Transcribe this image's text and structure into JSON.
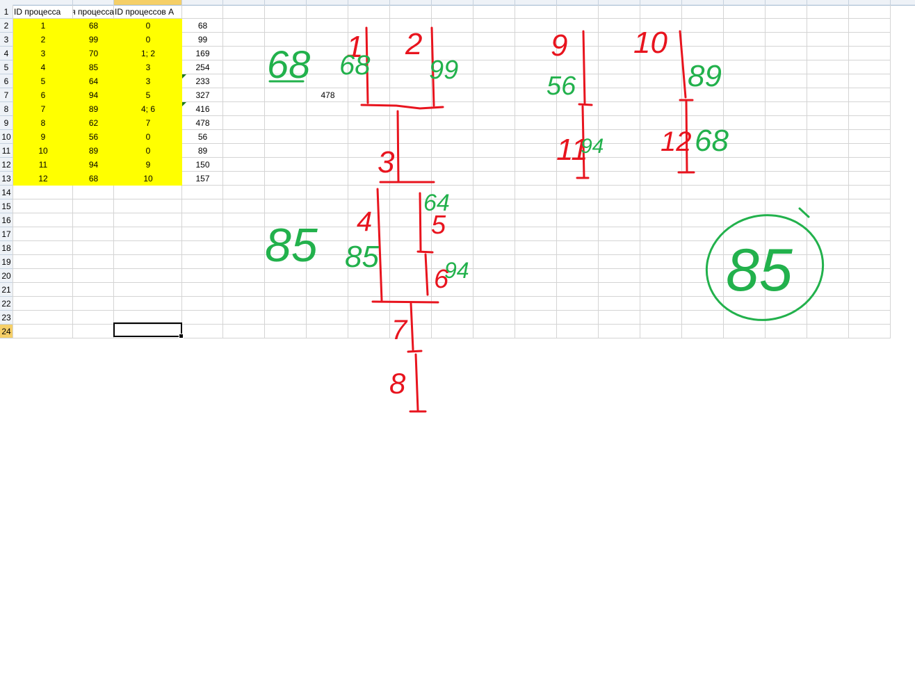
{
  "headers": {
    "col_a": "ID процесса",
    "col_b": "Время выполнения процесса",
    "col_c": "ID процессов A"
  },
  "row_numbers": [
    "1",
    "2",
    "3",
    "4",
    "5",
    "6",
    "7",
    "8",
    "9",
    "10",
    "11",
    "12",
    "13",
    "14",
    "15",
    "16",
    "17",
    "18",
    "19",
    "20",
    "21",
    "22",
    "23",
    "24"
  ],
  "rows": [
    {
      "id": "1",
      "dur": "68",
      "pred": "0",
      "total": "68"
    },
    {
      "id": "2",
      "dur": "99",
      "pred": "0",
      "total": "99"
    },
    {
      "id": "3",
      "dur": "70",
      "pred": "1; 2",
      "total": "169"
    },
    {
      "id": "4",
      "dur": "85",
      "pred": "3",
      "total": "254"
    },
    {
      "id": "5",
      "dur": "64",
      "pred": "3",
      "total": "233"
    },
    {
      "id": "6",
      "dur": "94",
      "pred": "5",
      "total": "327"
    },
    {
      "id": "7",
      "dur": "89",
      "pred": "4; 6",
      "total": "416"
    },
    {
      "id": "8",
      "dur": "62",
      "pred": "7",
      "total": "478"
    },
    {
      "id": "9",
      "dur": "56",
      "pred": "0",
      "total": "56"
    },
    {
      "id": "10",
      "dur": "89",
      "pred": "0",
      "total": "89"
    },
    {
      "id": "11",
      "dur": "94",
      "pred": "9",
      "total": "150"
    },
    {
      "id": "12",
      "dur": "68",
      "pred": "10",
      "total": "157"
    }
  ],
  "extra_cell": "478",
  "colors": {
    "highlight": "#ffff00",
    "red_ink": "#e8141e",
    "green_ink": "#22b14c",
    "selection": "#000000"
  },
  "ink_labels": {
    "red": [
      "1",
      "2",
      "3",
      "4",
      "5",
      "6",
      "7",
      "8",
      "9",
      "10",
      "11",
      "12"
    ],
    "green": [
      "68",
      "68",
      "99",
      "56",
      "89",
      "94",
      "68",
      "85",
      "85",
      "64",
      "94",
      "85"
    ]
  }
}
